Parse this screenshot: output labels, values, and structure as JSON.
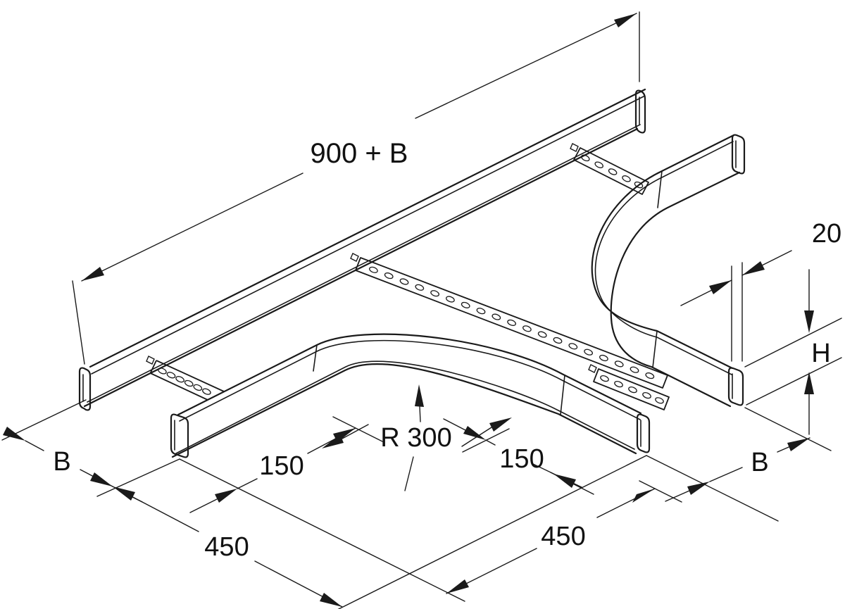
{
  "labels": {
    "total_length": "900 + B",
    "profile_depth": "20",
    "height": "H",
    "width_left": "B",
    "width_right": "B",
    "radius": "R 300",
    "branch_left_straight": "150",
    "branch_right_straight": "150",
    "left_segment": "450",
    "right_segment": "450"
  },
  "colors": {
    "line": "#1a1a1a",
    "background": "#ffffff"
  }
}
